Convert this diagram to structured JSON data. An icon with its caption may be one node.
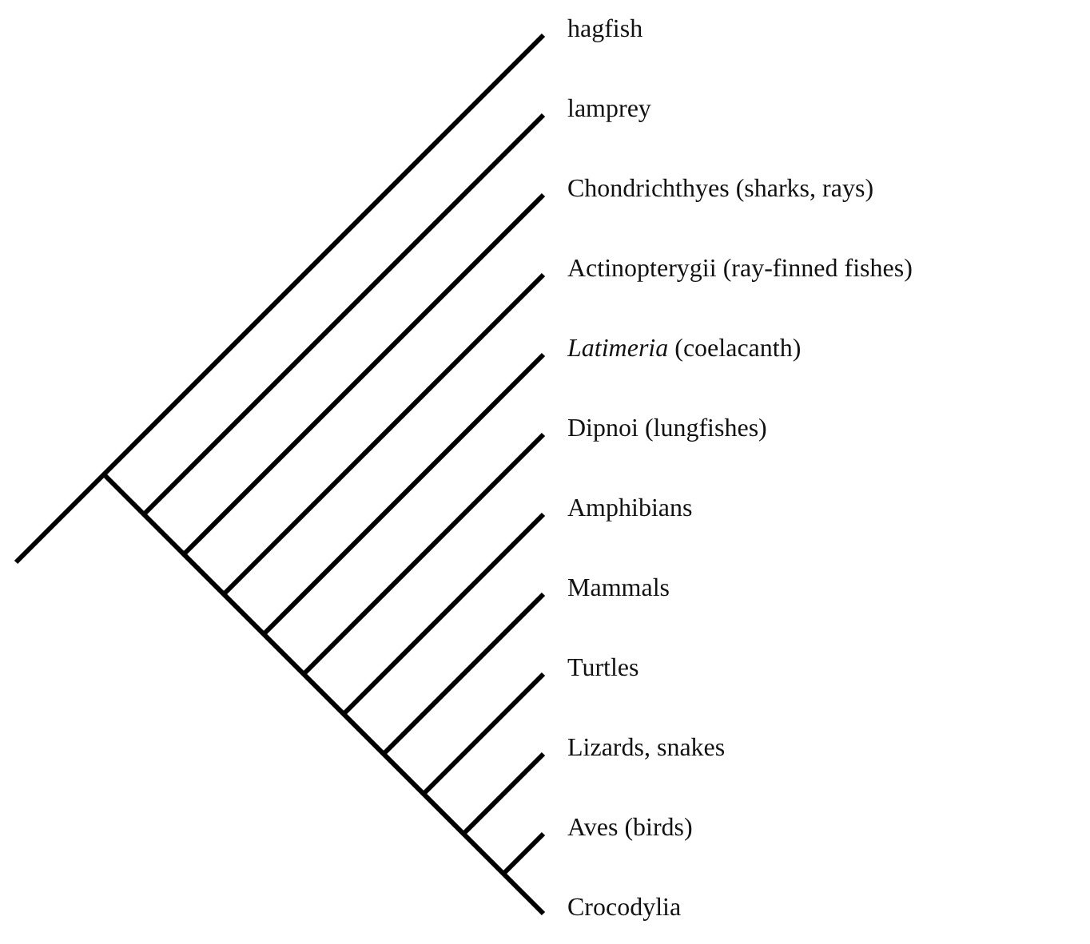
{
  "diagram": {
    "labels": [
      "hagfish",
      "lamprey",
      "Chondrichthyes (sharks, rays)",
      "Actinopterygii (ray-finned fishes)",
      "*Latimeria* (coelacanth)",
      "Dipnoi (lungfishes)",
      "Amphibians",
      "Mammals",
      "Turtles",
      "Lizards, snakes",
      "Aves (birds)",
      "Crocodylia"
    ]
  }
}
